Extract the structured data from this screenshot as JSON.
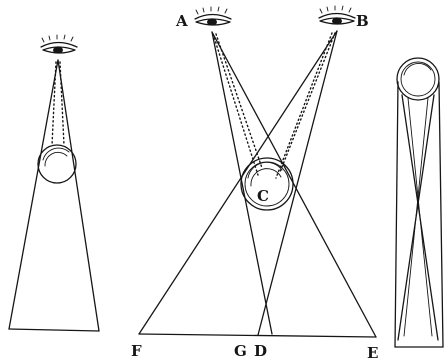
{
  "figure": {
    "labels": {
      "A": "A",
      "B": "B",
      "C": "C",
      "D": "D",
      "E": "E",
      "F": "F",
      "G": "G"
    }
  },
  "icons": {
    "eye": "eye-icon",
    "sphere": "sphere-icon"
  },
  "colors": {
    "ink": "#161616",
    "paper": "#ffffff"
  }
}
